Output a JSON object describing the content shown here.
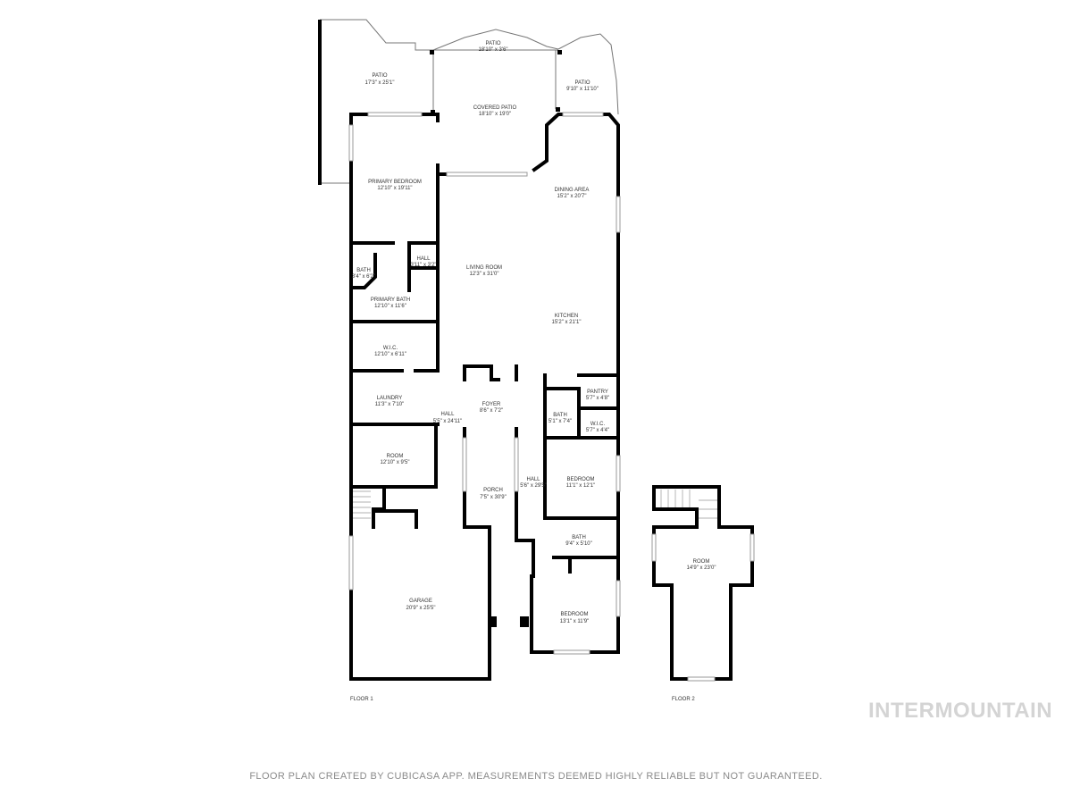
{
  "rooms": [
    {
      "name": "PATIO",
      "dims": "18'10\" x 3'6\""
    },
    {
      "name": "PATIO",
      "dims": "17'3\" x 25'1\""
    },
    {
      "name": "PATIO",
      "dims": "9'10\" x 11'10\""
    },
    {
      "name": "COVERED PATIO",
      "dims": "18'10\" x 19'0\""
    },
    {
      "name": "PRIMARY BEDROOM",
      "dims": "12'10\" x 19'11\""
    },
    {
      "name": "DINING AREA",
      "dims": "15'2\" x 20'7\""
    },
    {
      "name": "HALL",
      "dims": "3'11\" x 3'2\""
    },
    {
      "name": "BATH",
      "dims": "3'4\" x 6'2\""
    },
    {
      "name": "LIVING ROOM",
      "dims": "12'3\" x 31'0\""
    },
    {
      "name": "PRIMARY BATH",
      "dims": "12'10\" x 11'6\""
    },
    {
      "name": "KITCHEN",
      "dims": "15'2\" x 21'1\""
    },
    {
      "name": "W.I.C.",
      "dims": "12'10\" x 6'11\""
    },
    {
      "name": "PANTRY",
      "dims": "5'7\" x 4'8\""
    },
    {
      "name": "LAUNDRY",
      "dims": "11'3\" x 7'10\""
    },
    {
      "name": "FOYER",
      "dims": "8'6\" x 7'2\""
    },
    {
      "name": "HALL",
      "dims": "5'5\" x 24'11\""
    },
    {
      "name": "BATH",
      "dims": "5'1\" x 7'4\""
    },
    {
      "name": "W.I.C.",
      "dims": "5'7\" x 4'4\""
    },
    {
      "name": "ROOM",
      "dims": "12'10\" x 9'5\""
    },
    {
      "name": "HALL",
      "dims": "5'6\" x 29'5\""
    },
    {
      "name": "BEDROOM",
      "dims": "11'1\" x 12'1\""
    },
    {
      "name": "PORCH",
      "dims": "7'5\" x 30'9\""
    },
    {
      "name": "BATH",
      "dims": "9'4\" x 5'10\""
    },
    {
      "name": "GARAGE",
      "dims": "20'9\" x 25'5\""
    },
    {
      "name": "BEDROOM",
      "dims": "13'1\" x 11'9\""
    },
    {
      "name": "ROOM",
      "dims": "14'9\" x 23'0\""
    }
  ],
  "floors": {
    "floor1": "FLOOR 1",
    "floor2": "FLOOR 2"
  },
  "watermark": "INTERMOUNTAIN",
  "footer": "FLOOR PLAN CREATED BY CUBICASA APP. MEASUREMENTS DEEMED HIGHLY RELIABLE BUT NOT GUARANTEED."
}
